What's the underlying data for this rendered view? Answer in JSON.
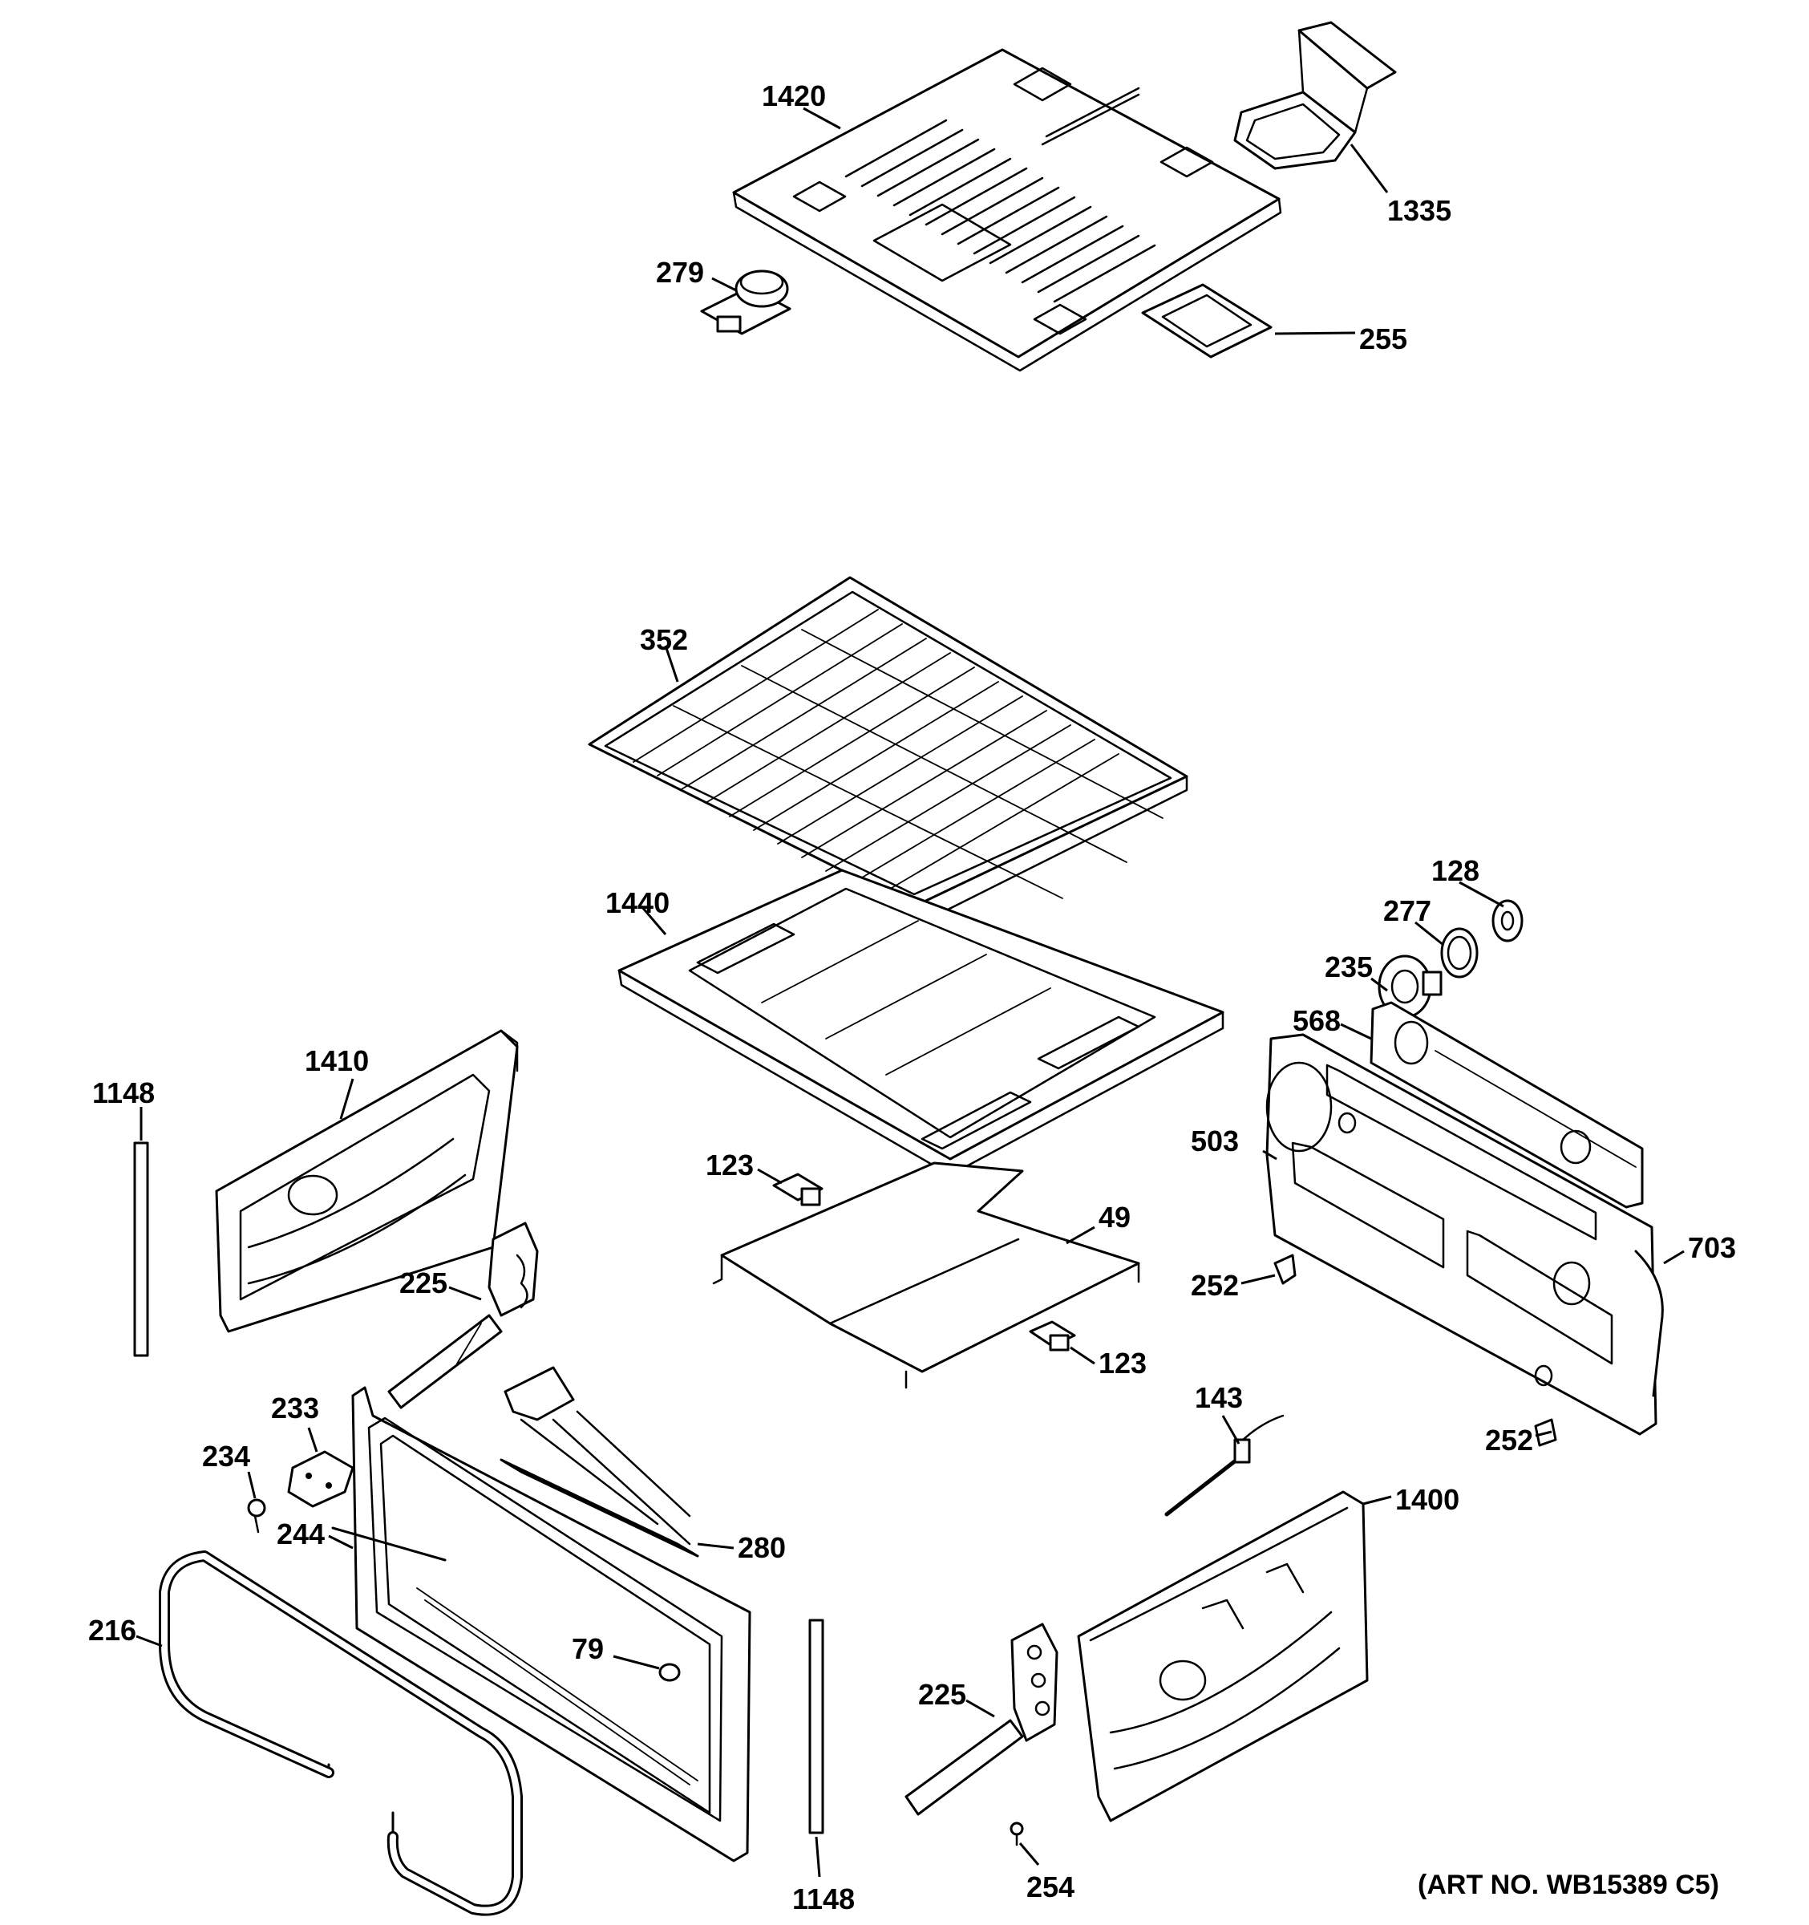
{
  "diagram": {
    "art_number": "(ART NO. WB15389 C5)",
    "callouts": {
      "c1420": "1420",
      "c1335": "1335",
      "c279": "279",
      "c255": "255",
      "c352": "352",
      "c1440": "1440",
      "c128": "128",
      "c277": "277",
      "c235": "235",
      "c568": "568",
      "c1148a": "1148",
      "c1410": "1410",
      "c503": "503",
      "c123a": "123",
      "c49": "49",
      "c703": "703",
      "c252a": "252",
      "c225a": "225",
      "c123b": "123",
      "c143": "143",
      "c233": "233",
      "c252b": "252",
      "c234": "234",
      "c1400": "1400",
      "c244": "244",
      "c280": "280",
      "c216": "216",
      "c79": "79",
      "c225b": "225",
      "c1148b": "1148",
      "c254": "254"
    }
  }
}
